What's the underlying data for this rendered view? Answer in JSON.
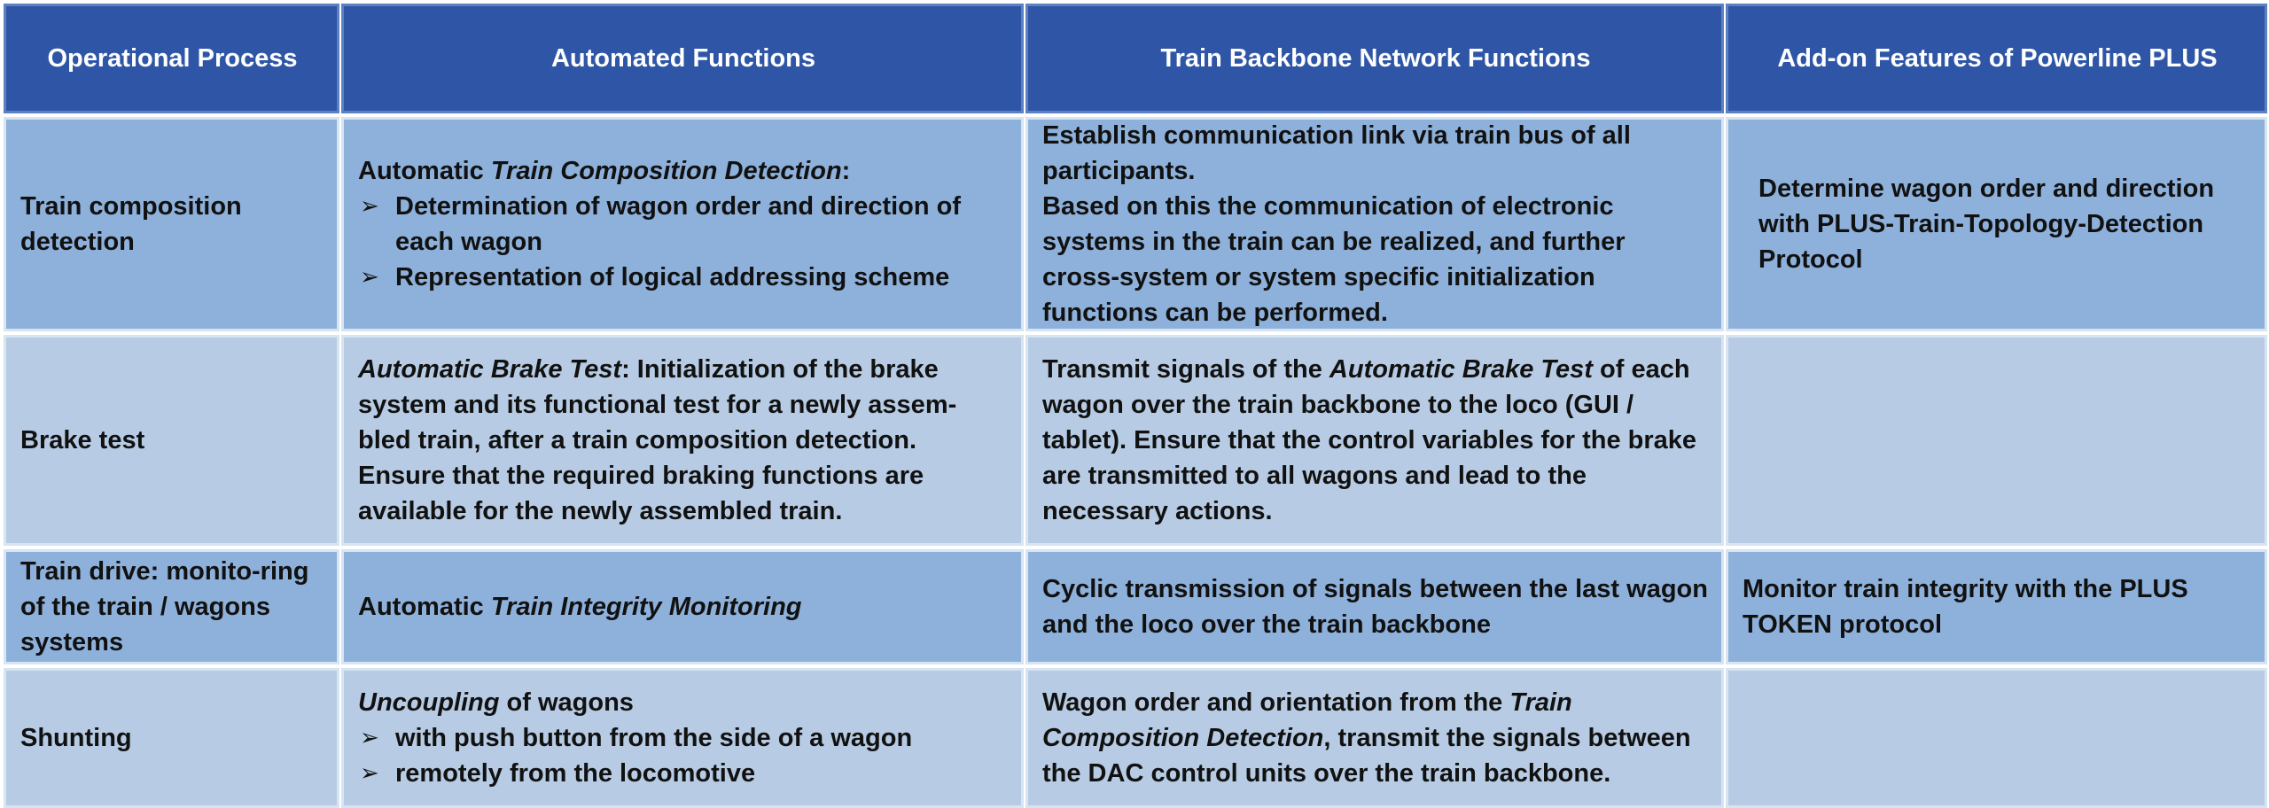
{
  "headers": [
    "Operational Process",
    "Automated Functions",
    "Train Backbone Network Functions",
    "Add-on Features of Powerline PLUS"
  ],
  "rows": [
    {
      "process": "Train composition detection",
      "automated": {
        "intro_plain": "Automatic ",
        "intro_italic": "Train Composition Detection",
        "intro_end": ":",
        "bullets": [
          "Determination of wagon order and direction of each wagon",
          "Representation of logical addressing scheme"
        ]
      },
      "backbone": {
        "p1": "Establish communication link via train bus of all participants.",
        "p2": "Based on this the communication of electronic systems in the train can be realized, and further cross-system or system specific initialization functions can be performed."
      },
      "plus": "Determine wagon order and direction with PLUS-Train-Topology-Detection Protocol"
    },
    {
      "process": "Brake test",
      "automated": {
        "italic": "Automatic Brake Test",
        "rest": ": Initialization of the brake system and its functional test for a newly assem-bled train, after a train composition detection. Ensure that the required braking functions are available for the newly assembled train."
      },
      "backbone": {
        "pre": "Transmit signals of the ",
        "italic": "Automatic Brake Test",
        "post": " of each wagon over the train backbone to the loco (GUI / tablet). Ensure that the control variables for the brake are transmitted to all wagons and lead to the necessary actions."
      },
      "plus": ""
    },
    {
      "process": "Train drive: monito-ring of the train / wagons systems",
      "automated": {
        "plain": "Automatic ",
        "italic": "Train Integrity Monitoring"
      },
      "backbone": "Cyclic transmission of signals between the last wagon and the loco over the train backbone",
      "plus": "Monitor train integrity with the PLUS TOKEN protocol"
    },
    {
      "process": "Shunting",
      "automated": {
        "italic": "Uncoupling",
        "rest": " of wagons",
        "bullets": [
          "with push button from the side of a wagon",
          "remotely from the locomotive"
        ]
      },
      "backbone": {
        "pre": "Wagon order and orientation from the ",
        "italic": "Train Composition Detection",
        "post": ", transmit the signals between the DAC control units over the train backbone."
      },
      "plus": ""
    }
  ],
  "bullet_glyph": "➢",
  "colors": {
    "header_bg": "#2f56a6",
    "row_dark": "#8eb1db",
    "row_light": "#b7cce4"
  }
}
